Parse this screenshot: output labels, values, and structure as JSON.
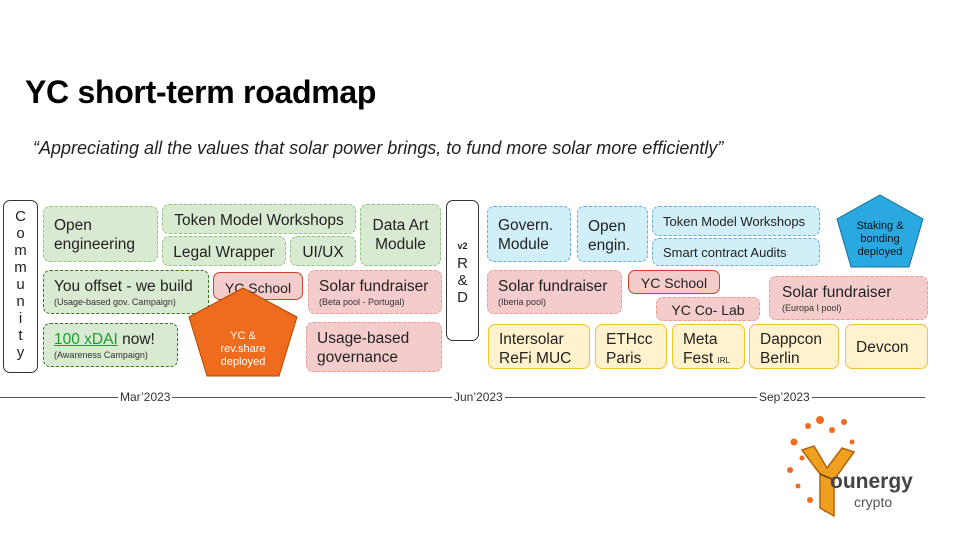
{
  "title": "YC short-term roadmap",
  "subtitle": "“Appreciating all the values that solar power brings, to fund more solar more efficiently”",
  "community": {
    "letters": [
      "C",
      "o",
      "m",
      "m",
      "u",
      "n",
      "i",
      "t",
      "y"
    ]
  },
  "rd": {
    "version": "v2",
    "letters": [
      "R",
      "&",
      "D"
    ]
  },
  "items": {
    "open_engineering": "Open engineering",
    "token_workshops_1": "Token Model Workshops",
    "data_art": "Data Art Module",
    "legal_wrapper": "Legal Wrapper",
    "uiux": "UI/UX",
    "you_offset": "You offset - we build",
    "you_offset_sub": "(Usage-based gov. Campaign)",
    "yc_school_1": "YC School",
    "solar_beta": "Solar fundraiser",
    "solar_beta_sub": "(Beta pool - Portugal)",
    "xdai_link": "100 xDAI",
    "xdai_rest": " now!",
    "xdai_sub": "(Awareness Campaign)",
    "rev_share": "YC & rev.share deployed",
    "usage_gov": "Usage-based governance",
    "govern_module": "Govern. Module",
    "open_engin": "Open engin.",
    "token_workshops_2": "Token Model Workshops",
    "smart_audits": "Smart contract Audits",
    "staking": "Staking & bonding deployed",
    "solar_iberia": "Solar fundraiser",
    "solar_iberia_sub": "(Iberia pool)",
    "yc_school_2": "YC School",
    "yc_colab": "YC Co- Lab",
    "solar_europa": "Solar fundraiser",
    "solar_europa_sub": "(Europa I pool)",
    "intersolar": "Intersolar ReFi MUC",
    "ethcc": "ETHcc Paris",
    "meta_fest": "Meta Fest",
    "meta_fest_irl": "IRL",
    "dappcon": "Dappcon Berlin",
    "devcon": "Devcon"
  },
  "timeline": {
    "ticks": [
      "Mar’2023",
      "Jun’2023",
      "Sep’2023"
    ]
  },
  "logo": {
    "word1": "ounergy",
    "word2": "crypto"
  },
  "colors": {
    "orange": "#ef6c1f",
    "staking_blue": "#2aa8e0",
    "green_fill": "#d9ead3",
    "salmon_fill": "#f4cccc",
    "yellow_fill": "#fff2cc",
    "blue_fill": "#d0eff8"
  }
}
